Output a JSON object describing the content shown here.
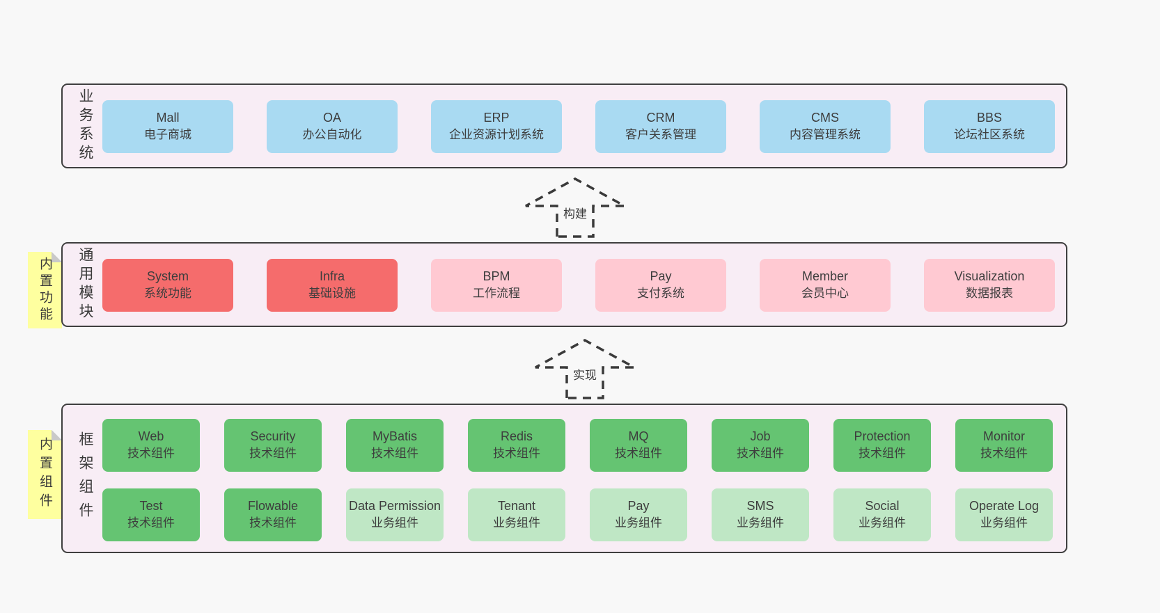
{
  "colors": {
    "page_bg": "#f8f8f8",
    "panel_bg": "#f8edf5",
    "panel_border": "#3f3f3f",
    "blue_box": "#a9daf2",
    "red_box": "#f56c6c",
    "pink_box": "#ffc9d2",
    "green_box": "#65c472",
    "light_green_box": "#bfe7c5",
    "tag_yellow": "#feff9f",
    "text": "#3d3d3d"
  },
  "arrows": [
    {
      "label": "构建"
    },
    {
      "label": "实现"
    }
  ],
  "layers": [
    {
      "label": "业务系统",
      "boxes": [
        {
          "en": "Mall",
          "cn": "电子商城"
        },
        {
          "en": "OA",
          "cn": "办公自动化"
        },
        {
          "en": "ERP",
          "cn": "企业资源计划系统"
        },
        {
          "en": "CRM",
          "cn": "客户关系管理"
        },
        {
          "en": "CMS",
          "cn": "内容管理系统"
        },
        {
          "en": "BBS",
          "cn": "论坛社区系统"
        }
      ]
    },
    {
      "label": "通用模块",
      "tag": "内置功能",
      "boxes": [
        {
          "en": "System",
          "cn": "系统功能"
        },
        {
          "en": "Infra",
          "cn": "基础设施"
        },
        {
          "en": "BPM",
          "cn": "工作流程"
        },
        {
          "en": "Pay",
          "cn": "支付系统"
        },
        {
          "en": "Member",
          "cn": "会员中心"
        },
        {
          "en": "Visualization",
          "cn": "数据报表"
        }
      ]
    },
    {
      "label": "框架组件",
      "tag": "内置组件",
      "rows": [
        [
          {
            "en": "Web",
            "cn": "技术组件"
          },
          {
            "en": "Security",
            "cn": "技术组件"
          },
          {
            "en": "MyBatis",
            "cn": "技术组件"
          },
          {
            "en": "Redis",
            "cn": "技术组件"
          },
          {
            "en": "MQ",
            "cn": "技术组件"
          },
          {
            "en": "Job",
            "cn": "技术组件"
          },
          {
            "en": "Protection",
            "cn": "技术组件"
          },
          {
            "en": "Monitor",
            "cn": "技术组件"
          }
        ],
        [
          {
            "en": "Test",
            "cn": "技术组件"
          },
          {
            "en": "Flowable",
            "cn": "技术组件"
          },
          {
            "en": "Data Permission",
            "cn": "业务组件"
          },
          {
            "en": "Tenant",
            "cn": "业务组件"
          },
          {
            "en": "Pay",
            "cn": "业务组件"
          },
          {
            "en": "SMS",
            "cn": "业务组件"
          },
          {
            "en": "Social",
            "cn": "业务组件"
          },
          {
            "en": "Operate Log",
            "cn": "业务组件"
          }
        ]
      ]
    }
  ]
}
